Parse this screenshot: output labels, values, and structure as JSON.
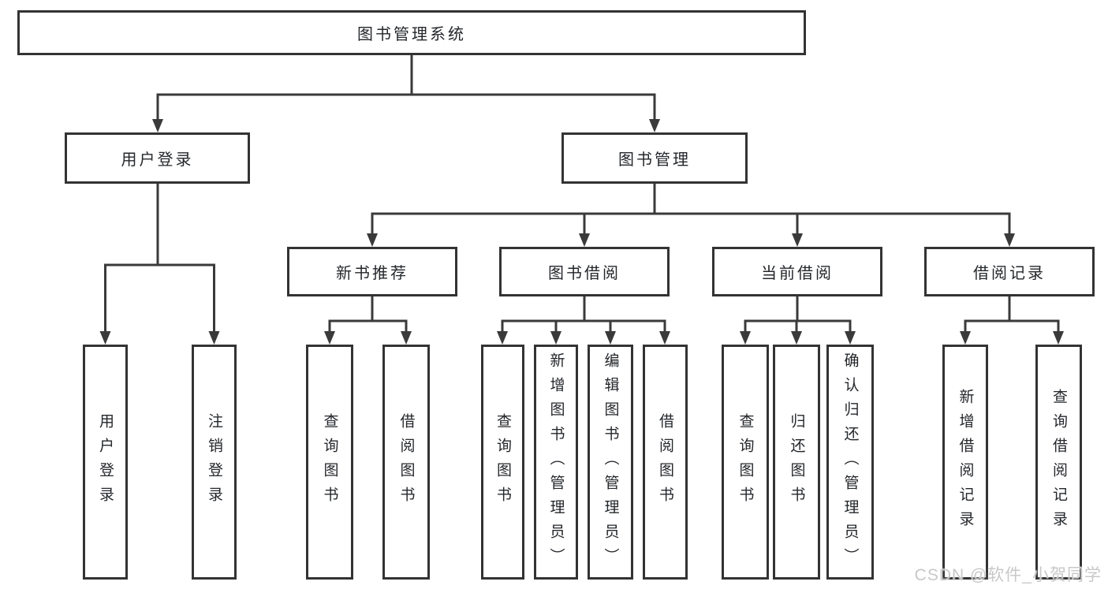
{
  "diagram": {
    "root": "图书管理系统",
    "children": [
      {
        "label": "用户登录",
        "children": [
          "用户登录",
          "注销登录"
        ]
      },
      {
        "label": "图书管理",
        "children": [
          {
            "label": "新书推荐",
            "children": [
              "查询图书",
              "借阅图书"
            ]
          },
          {
            "label": "图书借阅",
            "children": [
              "查询图书",
              "新增图书（管理员）",
              "编辑图书（管理员）",
              "借阅图书"
            ]
          },
          {
            "label": "当前借阅",
            "children": [
              "查询图书",
              "归还图书",
              "确认归还（管理员）"
            ]
          },
          {
            "label": "借阅记录",
            "children": [
              "新增借阅记录",
              "查询借阅记录"
            ]
          }
        ]
      }
    ]
  },
  "watermark": "CSDN @软件_小贺同学",
  "colors": {
    "background": "#ffffff",
    "box_border": "#333333",
    "connector_line": "#3a3a3a",
    "text": "#24272b",
    "watermark_text": "#c8c8c8"
  }
}
